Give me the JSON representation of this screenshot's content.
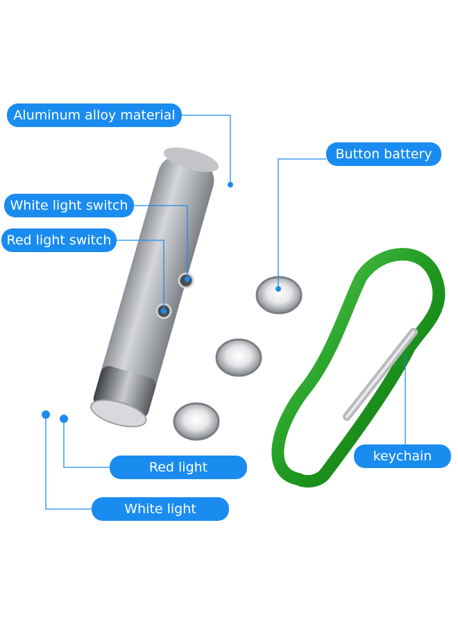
{
  "labels": {
    "aluminum": "Aluminum alloy material",
    "button_battery": "Button battery",
    "white_switch": "White light switch",
    "red_switch": "Red light switch",
    "red_light": "Red light",
    "white_light": "White light",
    "keychain": "keychain"
  },
  "colors": {
    "callout_blue": "#1a8cf0",
    "carabiner_green": "#2aa12a",
    "pointer_silver": "#b9bcc0"
  }
}
